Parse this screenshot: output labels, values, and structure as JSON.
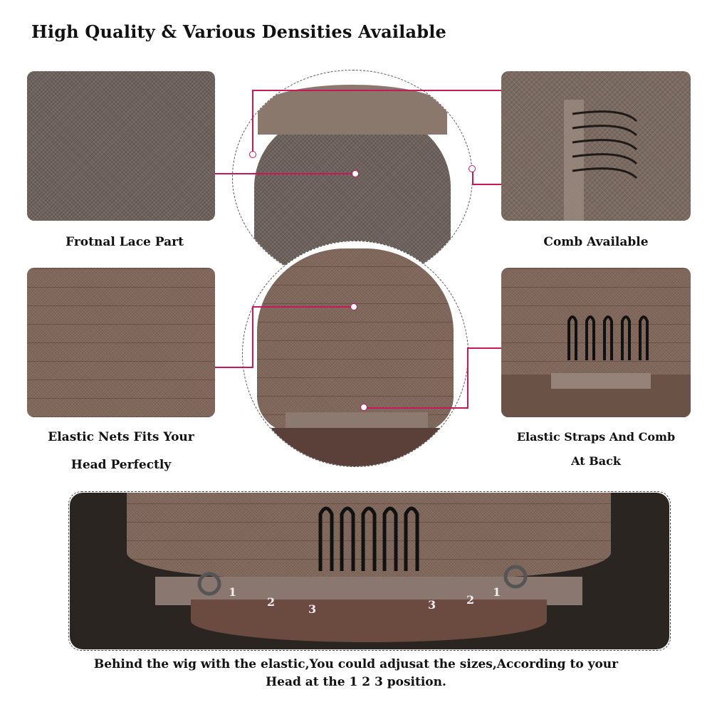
{
  "title": "High Quality & Various Densities Available",
  "captions": {
    "front_lace": "Frotnal Lace Part",
    "comb": "Comb Available",
    "elastic_nets_line1": "Elastic Nets Fits Your",
    "elastic_nets_line2": "Head Perfectly",
    "straps_line1": "Elastic Straps And Comb",
    "straps_line2": "At Back"
  },
  "positions": [
    "1",
    "2",
    "3",
    "3",
    "2",
    "1"
  ],
  "bottom_text": {
    "line1": "Behind the wig with the elastic,You could adjusat the sizes,According to your",
    "line2": "Head at the 1 2 3 position."
  },
  "colors": {
    "accent": "#c8175a",
    "cap_brown": "#80675a",
    "hair": "#2b2522"
  }
}
